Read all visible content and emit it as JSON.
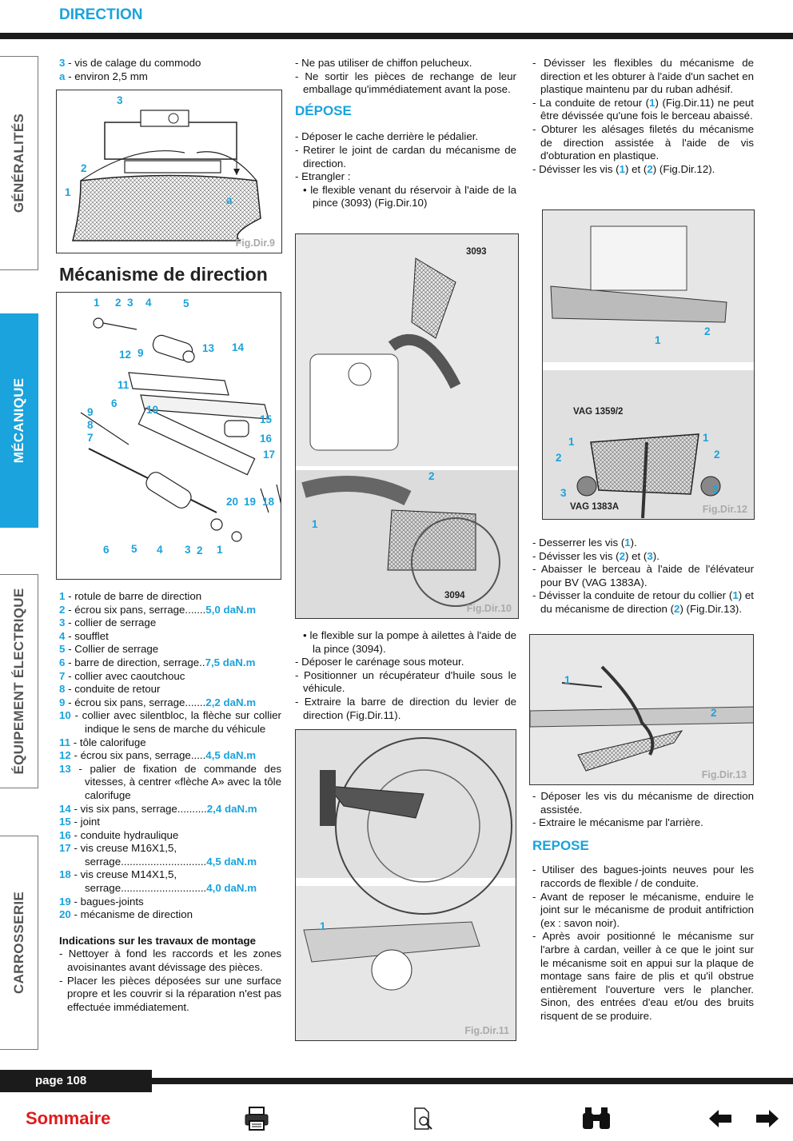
{
  "header": {
    "title": "DIRECTION"
  },
  "side_tabs": [
    {
      "label": "GÉNÉRALITÉS"
    },
    {
      "label": "MÉCANIQUE"
    },
    {
      "label": "ÉQUIPEMENT ÉLECTRIQUE"
    },
    {
      "label": "CARROSSERIE"
    }
  ],
  "fig9": {
    "legend": [
      {
        "num": "3",
        "text": " - vis de calage du commodo"
      },
      {
        "num": "a",
        "text": " - environ 2,5 mm"
      }
    ],
    "label": "Fig.Dir.9",
    "callouts": [
      "3",
      "2",
      "1",
      "a"
    ]
  },
  "section_title": "Mécanisme de direction",
  "exploded": {
    "callouts": [
      "1",
      "2",
      "3",
      "4",
      "5",
      "13",
      "14",
      "12",
      "9",
      "11",
      "6",
      "10",
      "9",
      "8",
      "7",
      "15",
      "16",
      "17",
      "20",
      "19",
      "18",
      "6",
      "5",
      "4",
      "3",
      "2",
      "1"
    ]
  },
  "legend": [
    {
      "num": "1",
      "text": " - rotule de barre de direction",
      "torque": ""
    },
    {
      "num": "2",
      "text": " - écrou six pans, serrage.......",
      "torque": "5,0 daN.m"
    },
    {
      "num": "3",
      "text": " - collier de serrage",
      "torque": ""
    },
    {
      "num": "4",
      "text": " - soufflet",
      "torque": ""
    },
    {
      "num": "5",
      "text": " - Collier de serrage",
      "torque": ""
    },
    {
      "num": "6",
      "text": " - barre de direction, serrage..",
      "torque": "7,5 daN.m"
    },
    {
      "num": "7",
      "text": " - collier avec caoutchouc",
      "torque": ""
    },
    {
      "num": "8",
      "text": " - conduite de retour",
      "torque": ""
    },
    {
      "num": "9",
      "text": " - écrou six pans, serrage.......",
      "torque": "2,2 daN.m"
    },
    {
      "num": "10",
      "text": " - collier avec silentbloc, la flèche sur collier indique le sens de marche du véhicule",
      "torque": ""
    },
    {
      "num": "11",
      "text": " - tôle calorifuge",
      "torque": ""
    },
    {
      "num": "12",
      "text": " - écrou six pans, serrage.....",
      "torque": "4,5 daN.m"
    },
    {
      "num": "13",
      "text": " - palier de fixation de commande des vitesses, à centrer «flèche A» avec la tôle calorifuge",
      "torque": ""
    },
    {
      "num": "14",
      "text": " - vis six pans, serrage..........",
      "torque": "2,4 daN.m"
    },
    {
      "num": "15",
      "text": " - joint",
      "torque": ""
    },
    {
      "num": "16",
      "text": " - conduite hydraulique",
      "torque": ""
    },
    {
      "num": "17",
      "text": " - vis creuse M16X1,5, serrage.............................",
      "torque": "4,5 daN.m"
    },
    {
      "num": "18",
      "text": " - vis creuse M14X1,5, serrage.............................",
      "torque": "4,0 daN.m"
    },
    {
      "num": "19",
      "text": " - bagues-joints",
      "torque": ""
    },
    {
      "num": "20",
      "text": " - mécanisme de direction",
      "torque": ""
    }
  ],
  "indications": {
    "title": "Indications sur les travaux de montage",
    "items": [
      "- Nettoyer à fond les raccords et les zones avoisinantes avant dévissage des pièces.",
      "- Placer les pièces déposées sur une surface propre et les couvrir si la réparation n'est pas effectuée immédiatement."
    ]
  },
  "col2": {
    "intro": [
      "- Ne pas utiliser de chiffon pelucheux.",
      "- Ne sortir les pièces de rechange de leur emballage qu'immédiatement avant la pose."
    ],
    "depose_title": "DÉPOSE",
    "depose": [
      "- Déposer le cache derrière le pédalier.",
      "- Retirer le joint de cardan du mécanisme de direction.",
      "- Etrangler :"
    ],
    "depose_bullet": "• le flexible venant du réservoir à l'aide de la pince (3093) (Fig.Dir.10)",
    "after_fig10_bullet": "• le flexible sur la pompe à ailettes à l'aide de la pince (3094).",
    "after_fig10": [
      "- Déposer le carénage sous moteur.",
      "- Positionner un récupérateur d'huile sous le véhicule.",
      "- Extraire la barre de direction du levier de direction (Fig.Dir.11)."
    ]
  },
  "fig10": {
    "label": "Fig.Dir.10",
    "tools": [
      "3093",
      "3094"
    ],
    "callouts": [
      "2",
      "1"
    ]
  },
  "fig11": {
    "label": "Fig.Dir.11",
    "callouts": [
      "1"
    ]
  },
  "col3": {
    "a": "- Dévisser les flexibles du mécanisme de direction et les obturer à l'aide d'un sachet en plastique maintenu par du ruban adhésif.",
    "b_pre": "- La conduite de retour (",
    "b_num": "1",
    "b_post": ") (Fig.Dir.11) ne peut être dévissée qu'une fois le berceau abaissé.",
    "c": "- Obturer les alésages filetés du mécanisme de direction assistée à l'aide de vis d'obturation en plastique.",
    "d_pre": "- Dévisser les vis (",
    "d_n1": "1",
    "d_mid": ") et (",
    "d_n2": "2",
    "d_post": ") (Fig.Dir.12).",
    "e_pre": "- Desserrer les vis (",
    "e_num": "1",
    "e_post": ").",
    "f_pre": "- Dévisser les vis (",
    "f_n1": "2",
    "f_mid": ") et (",
    "f_n2": "3",
    "f_post": ").",
    "g": "- Abaisser le berceau à l'aide de l'élévateur pour BV (VAG 1383A).",
    "h_pre": "- Dévisser la conduite de retour du collier (",
    "h_n1": "1",
    "h_mid": ") et du mécanisme de direction (",
    "h_n2": "2",
    "h_post": ") (Fig.Dir.13).",
    "i": [
      "- Déposer les vis du mécanisme de direction assistée.",
      "- Extraire le mécanisme par l'arrière."
    ],
    "repose_title": "REPOSE",
    "repose": [
      "- Utiliser des bagues-joints neuves pour les raccords de flexible / de conduite.",
      "- Avant de reposer le mécanisme, enduire le joint sur le mécanisme de produit antifriction (ex : savon noir).",
      "- Après avoir positionné le mécanisme sur l'arbre à cardan, veiller à ce que le joint sur le mécanisme soit en appui sur la plaque de montage sans faire de plis et qu'il obstrue entièrement l'ouverture vers le plancher. Sinon, des entrées d'eau et/ou des bruits risquent de se produire."
    ]
  },
  "fig12": {
    "label": "Fig.Dir.12",
    "tools": [
      "VAG 1359/2",
      "VAG 1383A"
    ],
    "callouts": [
      "2",
      "1",
      "1",
      "1",
      "2",
      "2",
      "3",
      "3"
    ]
  },
  "fig13": {
    "label": "Fig.Dir.13",
    "callouts": [
      "1",
      "2"
    ]
  },
  "footer": {
    "page": "page 108",
    "sommaire": "Sommaire"
  },
  "colors": {
    "accent": "#1aa3dc",
    "dark": "#1b1b1b",
    "link": "#e11a1a"
  },
  "icons": [
    "printer-icon",
    "search-document-icon",
    "binoculars-icon",
    "arrow-left-icon",
    "arrow-right-icon"
  ]
}
